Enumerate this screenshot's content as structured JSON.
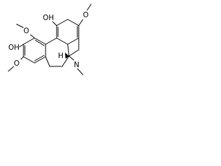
{
  "molecule": {
    "atom_labels": {
      "oh_upper": "OH",
      "oh_left": "OH",
      "o_top_right": "O",
      "o_upper_left": "O",
      "o_lower_left": "O",
      "h_stereo": "H",
      "n_amine": "N"
    },
    "colors": {
      "bond": "#000000",
      "background": "#ffffff"
    }
  }
}
